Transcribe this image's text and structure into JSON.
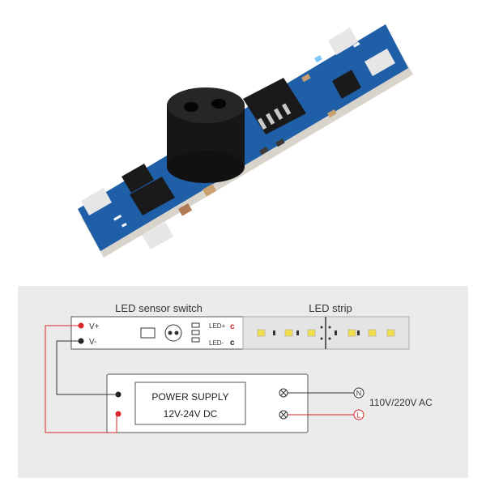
{
  "module": {
    "title": "LED sensor switch",
    "terminals": [
      {
        "label": "V+"
      },
      {
        "label": "V-"
      }
    ],
    "outputs": [
      {
        "label": "LED+"
      },
      {
        "label": "LED-"
      }
    ]
  },
  "strip": {
    "title": "LED strip"
  },
  "power_supply": {
    "line1": "POWER SUPPLY",
    "line2": "12V-24V  DC"
  },
  "mains": {
    "neutral_symbol": "N",
    "live_symbol": "L",
    "voltage_label": "110V/220V  AC"
  },
  "colors": {
    "pcb_blue": "#1f5fa8",
    "wire_red": "#d9262c",
    "wire_dark": "#333333",
    "led_yellow": "#f2e04a",
    "panel_gray": "#ebebeb"
  }
}
